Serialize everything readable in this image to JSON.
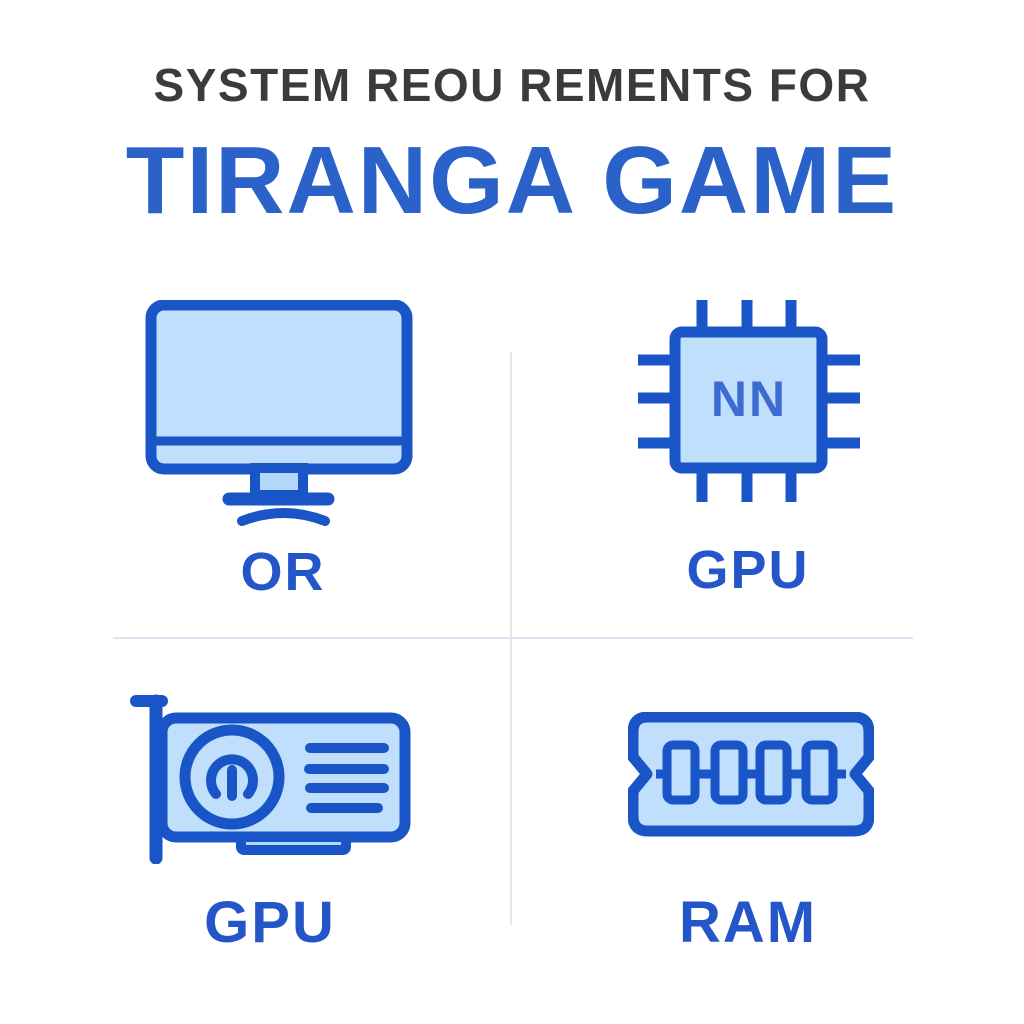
{
  "title": {
    "line1": "SYSTEM REOU REMENTS FOR",
    "line2": "TIRANGA GAME"
  },
  "quadrants": [
    {
      "id": "monitor",
      "icon": "monitor-icon",
      "label": "OR"
    },
    {
      "id": "cpu",
      "icon": "cpu-chip-icon",
      "label": "GPU",
      "chip_text": "NN"
    },
    {
      "id": "graphics-card",
      "icon": "graphics-card-icon",
      "label": "GPU"
    },
    {
      "id": "ram",
      "icon": "ram-icon",
      "label": "RAM"
    }
  ],
  "colors": {
    "title_primary": "#3b3b3b",
    "title_accent": "#2a62ca",
    "icon_stroke": "#1a55c8",
    "icon_fill": "#bfdffc",
    "icon_fill_soft": "#b3d8fa",
    "label_blue": "#2456c9",
    "chip_text_blue": "#2d5cc9",
    "divider_gray": "#e6e6e9",
    "divider_blue": "#d7e5f3",
    "background": "#ffffff"
  }
}
